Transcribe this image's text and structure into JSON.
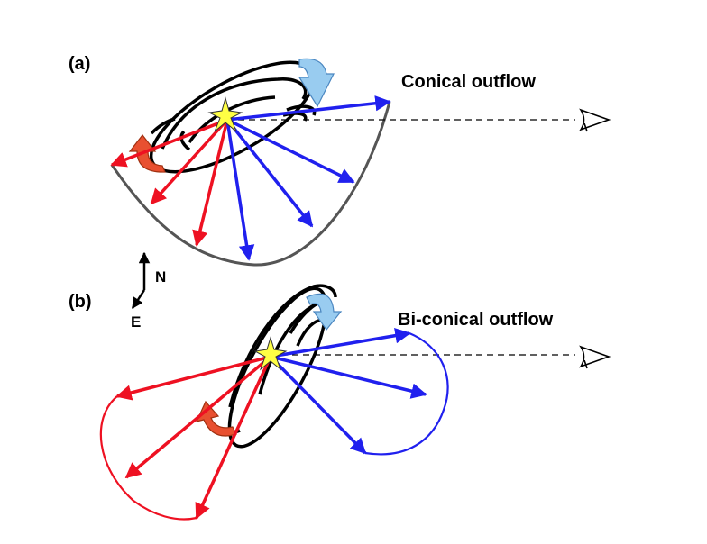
{
  "panel_a": {
    "label": "(a)",
    "title": "Conical outflow",
    "colors": {
      "approaching": "#2020ee",
      "receding": "#ee1122",
      "envelope": "#555555"
    }
  },
  "panel_b": {
    "label": "(b)",
    "title": "Bi-conical outflow",
    "colors": {
      "approaching": "#2020ee",
      "receding": "#ee1122"
    }
  },
  "compass": {
    "north": "N",
    "east": "E"
  },
  "observer": {
    "icon": "eye-icon"
  },
  "colors": {
    "star": "#ffff44",
    "rotation_arrow_light": "#99ccf0",
    "rotation_arrow_dark": "#e85030",
    "line_of_sight": "#000000"
  }
}
